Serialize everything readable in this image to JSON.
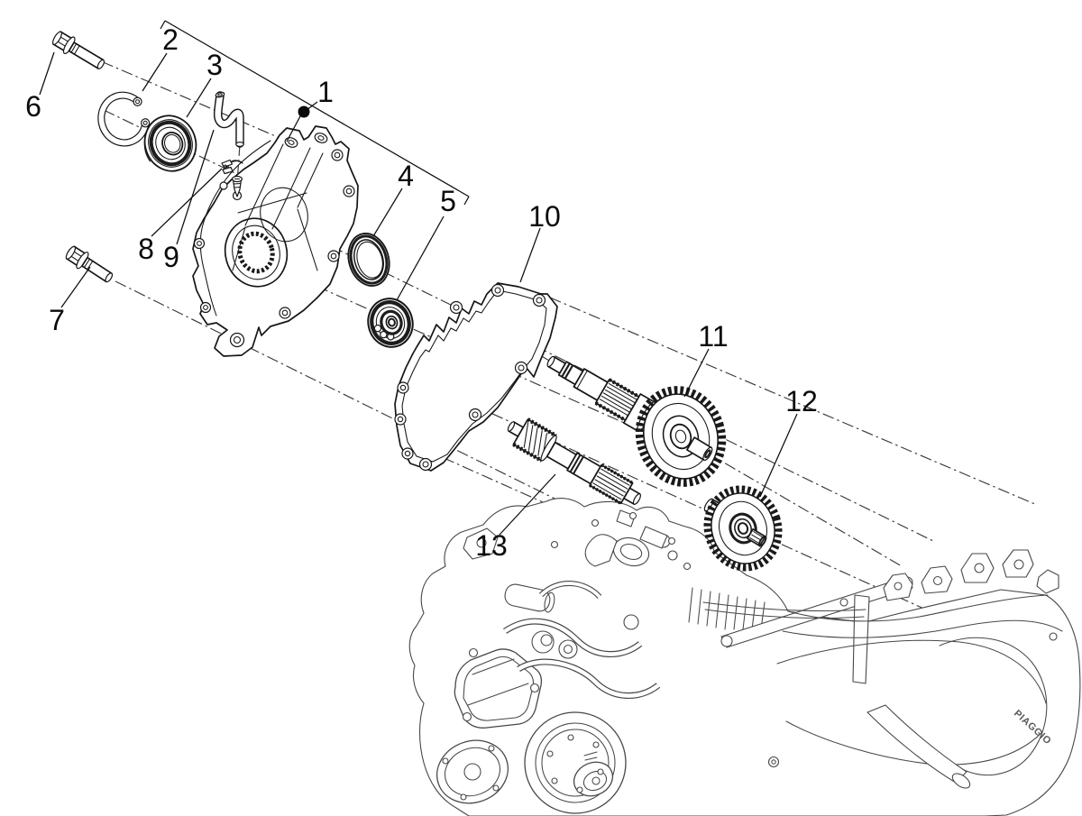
{
  "diagram": {
    "type": "exploded-parts-diagram",
    "background": "#ffffff",
    "part_line_color": "#161616",
    "engine_line_color": "#474747",
    "callouts": {
      "c1": "1",
      "c2": "2",
      "c3": "3",
      "c4": "4",
      "c5": "5",
      "c6": "6",
      "c7": "7",
      "c8": "8",
      "c9": "9",
      "c10": "10",
      "c11": "11",
      "c12": "12",
      "c13": "13"
    },
    "brand_text": "PIAGGIO"
  }
}
